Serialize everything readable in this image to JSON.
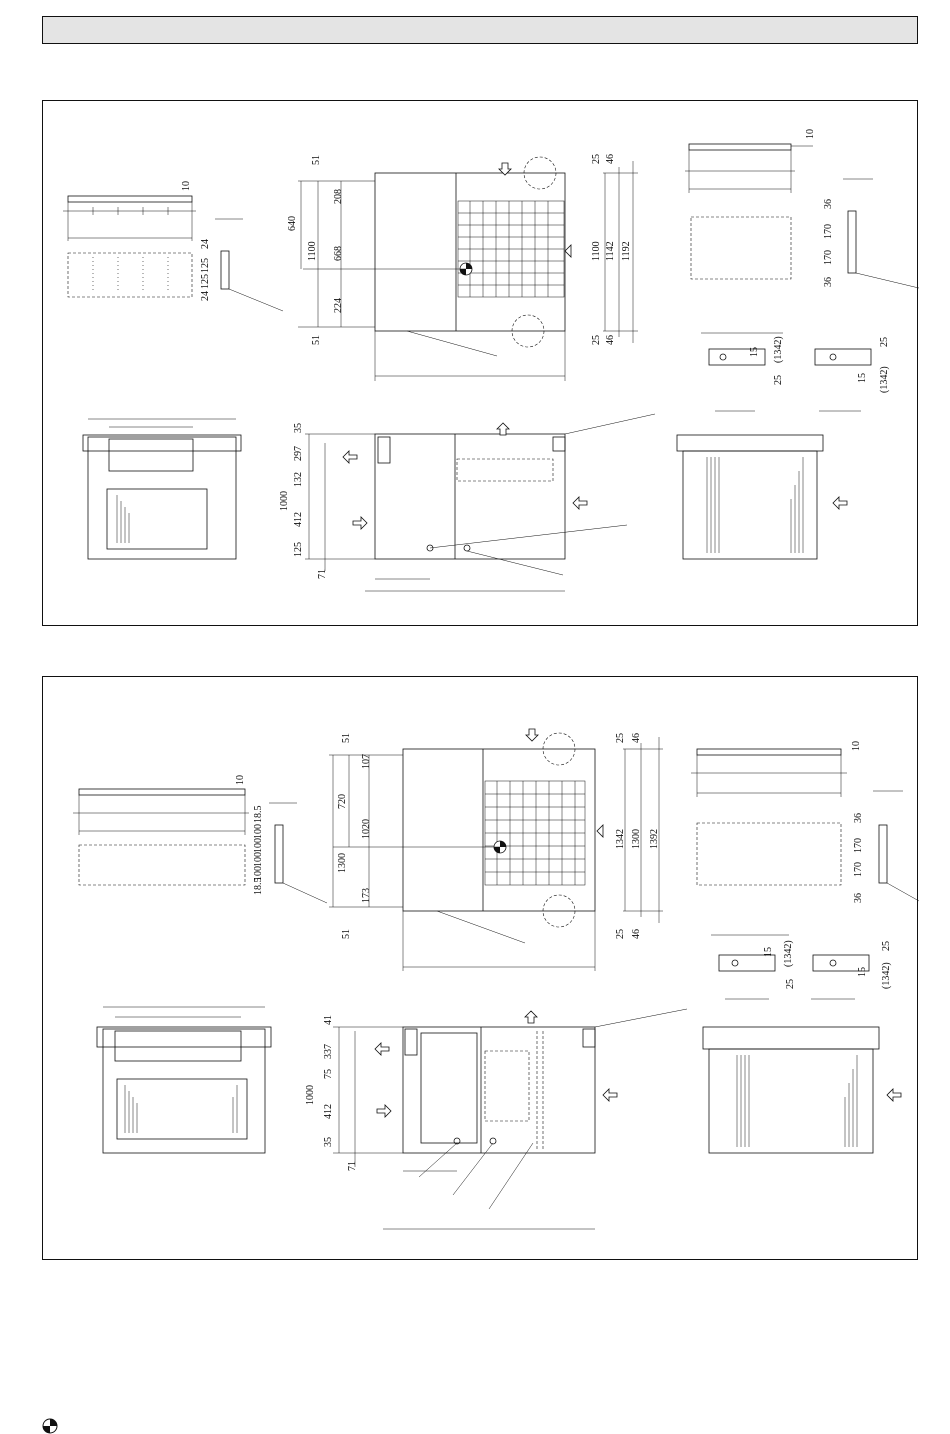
{
  "panel1": {
    "top_view_left": [
      "51",
      "208",
      "668",
      "224",
      "51"
    ],
    "top_view_outer": [
      "640",
      "1100"
    ],
    "top_view_right": [
      "25",
      "46",
      "1100",
      "1142",
      "1192",
      "25",
      "46"
    ],
    "front_view_left": [
      "35",
      "297",
      "132",
      "412",
      "125",
      "71"
    ],
    "front_view_outer": "1000",
    "side_small_left": [
      "10",
      "24",
      "125",
      "125",
      "24"
    ],
    "side_small_right": [
      "10",
      "36",
      "170",
      "170",
      "36"
    ],
    "slot_left": [
      "15",
      "(1342)",
      "25"
    ],
    "slot_right": [
      "25",
      "15",
      "(1342)"
    ]
  },
  "panel2": {
    "top_view_left": [
      "51",
      "107",
      "720",
      "1020",
      "173",
      "51"
    ],
    "top_view_outer": "1300",
    "top_view_right": [
      "25",
      "46",
      "1342",
      "1300",
      "1392",
      "25",
      "46"
    ],
    "front_view_left": [
      "41",
      "337",
      "75",
      "412",
      "35",
      "71"
    ],
    "front_view_outer": "1000",
    "side_small_left": [
      "10",
      "18.5",
      "100",
      "100",
      "100",
      "100",
      "18.5"
    ],
    "side_small_right": [
      "10",
      "36",
      "170",
      "170",
      "36"
    ],
    "slot_left": [
      "15",
      "(1342)",
      "25"
    ],
    "slot_right": [
      "25",
      "15",
      "(1342)"
    ]
  },
  "colors": {
    "line": "#111111",
    "header": "#e4e4e4",
    "panel_bg": "#ffffff"
  },
  "icons": {
    "legend": "center-of-gravity-icon",
    "arrows": "airflow-arrow-icon"
  }
}
